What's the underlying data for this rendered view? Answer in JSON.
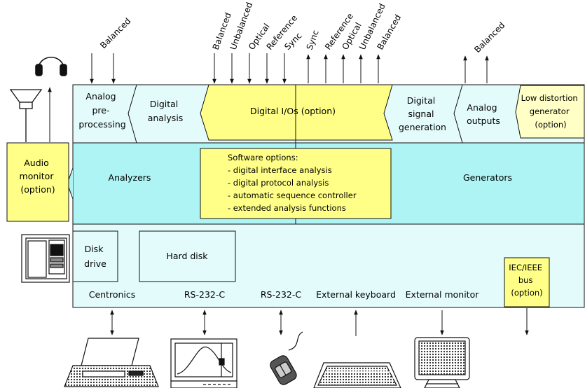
{
  "colors": {
    "light_cyan": "#e4fbfb",
    "cyan": "#aef4f4",
    "yellow": "#ffff88",
    "light_yellow": "#ffffc6",
    "stroke": "#111111"
  },
  "top_labels": {
    "analog_in_balanced": "Balanced",
    "digital_in": [
      "Balanced",
      "Unbalanced",
      "Optical",
      "Reference",
      "Sync"
    ],
    "digital_out": [
      "Sync",
      "Reference",
      "Optical",
      "Unbalanced",
      "Balanced"
    ],
    "analog_out_balanced": "Balanced"
  },
  "modules": {
    "analog_preprocessing": [
      "Analog",
      "pre-",
      "processing"
    ],
    "digital_analysis": [
      "Digital",
      "analysis"
    ],
    "digital_ios": "Digital I/Os (option)",
    "digital_signal_generation": [
      "Digital",
      "signal",
      "generation"
    ],
    "analog_outputs": [
      "Analog",
      "outputs"
    ],
    "low_distortion_generator": [
      "Low distortion",
      "generator",
      "(option)"
    ],
    "audio_monitor": [
      "Audio",
      "monitor",
      "(option)"
    ]
  },
  "middle": {
    "analyzers": "Analyzers",
    "generators": "Generators",
    "software_options_title": "Software options:",
    "software_options": [
      "- digital interface analysis",
      "- digital protocol analysis",
      "- automatic sequence controller",
      "- extended analysis functions"
    ]
  },
  "bottom": {
    "disk_drive": [
      "Disk",
      "drive"
    ],
    "hard_disk": "Hard disk",
    "iec_bus": [
      "IEC/IEEE",
      "bus",
      "(option)"
    ],
    "ports": [
      "Centronics",
      "RS-232-C",
      "RS-232-C",
      "External keyboard",
      "External monitor"
    ]
  },
  "icons": [
    "speaker-icon",
    "headphones-icon",
    "instrument-front-icon",
    "printer-icon",
    "plotter-icon",
    "mouse-icon",
    "keyboard-icon",
    "monitor-icon"
  ]
}
